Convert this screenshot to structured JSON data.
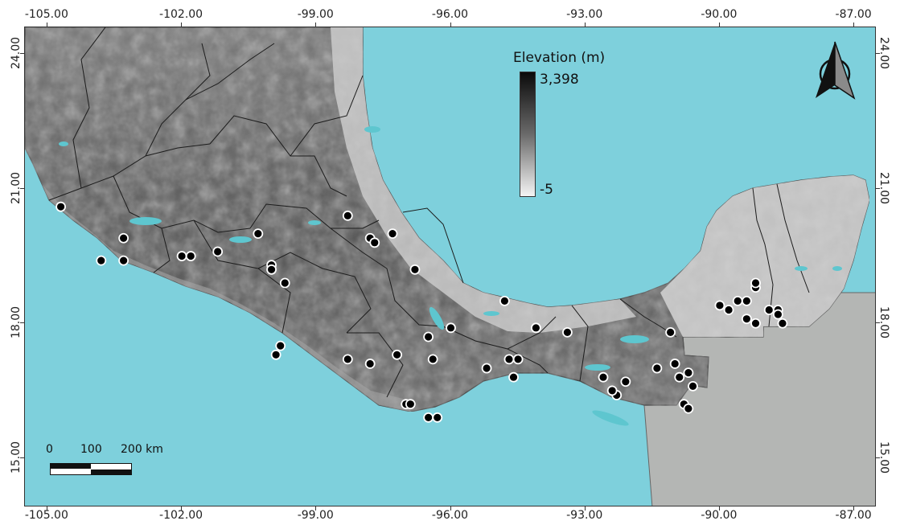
{
  "axes": {
    "top_ticks": [
      "-105.00",
      "-102.00",
      "-99.00",
      "-96.00",
      "-93.00",
      "-90.00",
      "-87.00"
    ],
    "bottom_ticks": [
      "-105.00",
      "-102.00",
      "-99.00",
      "-96.00",
      "-93.00",
      "-90.00",
      "-87.00"
    ],
    "left_ticks": [
      "24.00",
      "21.00",
      "18.00",
      "15.00"
    ],
    "right_ticks": [
      "24.00",
      "21.00",
      "18.00",
      "15.00"
    ],
    "lon_range": [
      -105.5,
      -86.5
    ],
    "lat_range": [
      13.9,
      24.6
    ]
  },
  "legend": {
    "title": "Elevation (m)",
    "max_label": "3,398",
    "min_label": "-5"
  },
  "scale_bar": {
    "labels": [
      "0",
      "100",
      "200 km"
    ]
  },
  "north_arrow": {
    "icon": "north-arrow-icon"
  },
  "colors": {
    "water": "#7ed0dc",
    "land_low": "#dcdcdc",
    "land_high": "#4a4a4a",
    "neighbor_land": "#b4b6b4",
    "site_fill": "#000000",
    "site_stroke": "#ffffff"
  },
  "sites": [
    [
      -104.7,
      20.6
    ],
    [
      -103.3,
      19.9
    ],
    [
      -103.8,
      19.4
    ],
    [
      -103.3,
      19.4
    ],
    [
      -102.0,
      19.5
    ],
    [
      -101.8,
      19.5
    ],
    [
      -101.2,
      19.6
    ],
    [
      -100.3,
      20.0
    ],
    [
      -100.0,
      19.3
    ],
    [
      -100.0,
      19.2
    ],
    [
      -99.7,
      18.9
    ],
    [
      -98.3,
      20.4
    ],
    [
      -97.8,
      19.9
    ],
    [
      -97.7,
      19.8
    ],
    [
      -97.3,
      20.0
    ],
    [
      -96.8,
      19.2
    ],
    [
      -99.8,
      17.5
    ],
    [
      -99.9,
      17.3
    ],
    [
      -98.3,
      17.2
    ],
    [
      -97.8,
      17.1
    ],
    [
      -97.2,
      17.3
    ],
    [
      -96.5,
      17.7
    ],
    [
      -96.4,
      17.2
    ],
    [
      -96.0,
      17.9
    ],
    [
      -95.2,
      17.0
    ],
    [
      -94.7,
      17.2
    ],
    [
      -94.5,
      17.2
    ],
    [
      -94.6,
      16.8
    ],
    [
      -97.0,
      16.2
    ],
    [
      -96.9,
      16.2
    ],
    [
      -96.5,
      15.9
    ],
    [
      -96.3,
      15.9
    ],
    [
      -94.8,
      18.5
    ],
    [
      -94.1,
      17.9
    ],
    [
      -93.4,
      17.8
    ],
    [
      -92.6,
      16.8
    ],
    [
      -92.1,
      16.7
    ],
    [
      -92.3,
      16.4
    ],
    [
      -92.4,
      16.5
    ],
    [
      -91.4,
      17.0
    ],
    [
      -91.0,
      17.1
    ],
    [
      -90.7,
      16.9
    ],
    [
      -90.9,
      16.8
    ],
    [
      -90.6,
      16.6
    ],
    [
      -90.8,
      16.2
    ],
    [
      -90.7,
      16.1
    ],
    [
      -91.1,
      17.8
    ],
    [
      -90.0,
      18.4
    ],
    [
      -89.8,
      18.3
    ],
    [
      -89.6,
      18.5
    ],
    [
      -89.4,
      18.5
    ],
    [
      -89.2,
      18.8
    ],
    [
      -89.2,
      18.9
    ],
    [
      -89.4,
      18.1
    ],
    [
      -89.2,
      18.0
    ],
    [
      -88.9,
      18.3
    ],
    [
      -88.7,
      18.3
    ],
    [
      -88.7,
      18.2
    ],
    [
      -88.6,
      18.0
    ]
  ]
}
